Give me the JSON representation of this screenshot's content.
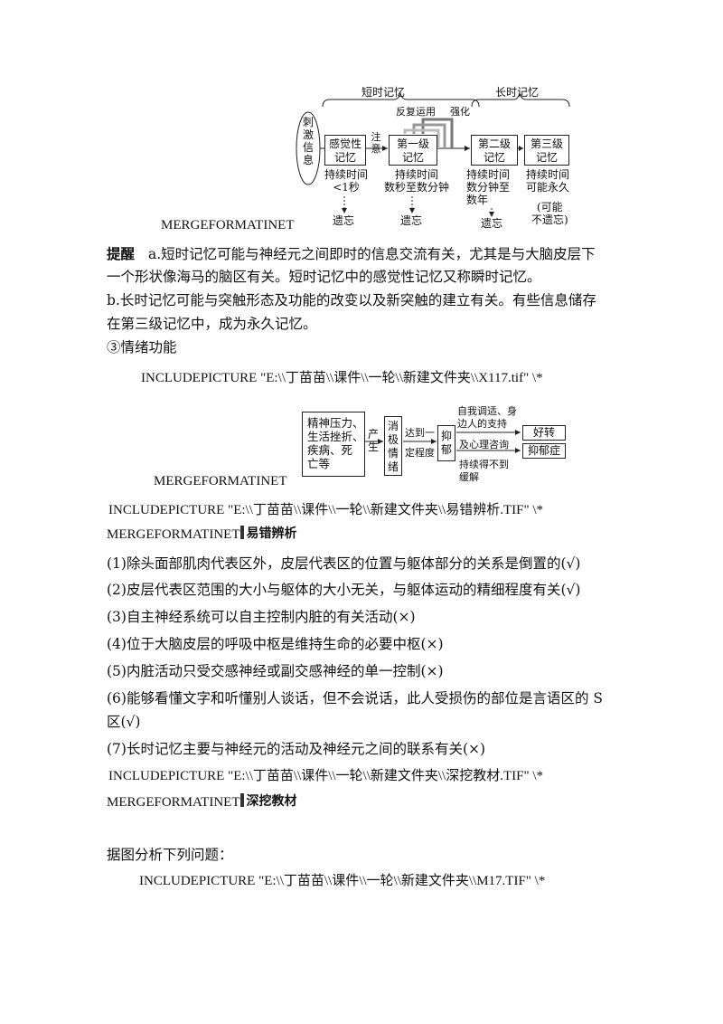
{
  "memory_diagram": {
    "short_term": "短时记忆",
    "long_term": "长时记忆",
    "repeat_use": "反复运用",
    "strengthen": "强化",
    "stimulus": "刺激信息",
    "sensory": "感觉性记忆",
    "attention": "注意",
    "first": "第一级记忆",
    "second": "第二级记忆",
    "third": "第三级记忆",
    "dur_sensory": [
      "持续时间",
      "<1秒"
    ],
    "dur_first": [
      "持续时间",
      "数秒至数分钟"
    ],
    "dur_second": [
      "持续时间",
      "数分钟至",
      "数年"
    ],
    "dur_third": [
      "持续时间",
      "可能永久"
    ],
    "forget": "遗忘",
    "never": [
      "(可能",
      "不遗忘)"
    ]
  },
  "field1": "MERGEFORMATINET",
  "reminder": {
    "label": "提醒",
    "a1": "a.短时记忆可能与神经元之间即时的信息交流有关，尤其是与大脑皮层下",
    "a2": "一个形状像海马的脑区有关。短时记忆中的感觉性记忆又称瞬时记忆。",
    "b1": "b.长时记忆可能与突触形态及功能的改变以及新突触的建立有关。有些信息储存",
    "b2": "在第三级记忆中，成为永久记忆。"
  },
  "emotion_title": "③情绪功能",
  "include1": "INCLUDEPICTURE \"E:\\\\丁苗苗\\\\课件\\\\一轮\\\\新建文件夹\\\\X117.tif\" \\*",
  "emotion_diagram": {
    "causes": [
      "精神压力、",
      "生活挫折、",
      "疾病、死",
      "亡等"
    ],
    "produce": "产生",
    "negative": "消极情绪",
    "reach": "达到一",
    "level": "定程度",
    "depress": "抑郁",
    "support": [
      "自我调适、身",
      "边人的支持"
    ],
    "counsel": "及心理咨询",
    "persist": [
      "持续得不到",
      "缓解"
    ],
    "better": "好转",
    "disorder": "抑郁症"
  },
  "field2": "MERGEFORMATINET",
  "include2": "INCLUDEPICTURE \"E:\\\\丁苗苗\\\\课件\\\\一轮\\\\新建文件夹\\\\易错辨析.TIF\" \\*",
  "field3": "MERGEFORMATINET",
  "tag1": "易错辨析",
  "items": [
    "(1)除头面部肌肉代表区外，皮层代表区的位置与躯体部分的关系是倒置的(√)",
    "(2)皮层代表区范围的大小与躯体的大小无关，与躯体运动的精细程度有关(√)",
    "(3)自主神经系统可以自主控制内脏的有关活动(×)",
    "(4)位于大脑皮层的呼吸中枢是维持生命的必要中枢(×)",
    "(5)内脏活动只受交感神经或副交感神经的单一控制(×)",
    "(6)能够看懂文字和听懂别人谈话，但不会说话，此人受损伤的部位是言语区的 S",
    "区(√)",
    "(7)长时记忆主要与神经元的活动及神经元之间的联系有关(×)"
  ],
  "include3": "INCLUDEPICTURE \"E:\\\\丁苗苗\\\\课件\\\\一轮\\\\新建文件夹\\\\深挖教材.TIF\" \\*",
  "field4": "MERGEFORMATINET",
  "tag2": "深挖教材",
  "analyze": "据图分析下列问题：",
  "include4": "INCLUDEPICTURE \"E:\\\\丁苗苗\\\\课件\\\\一轮\\\\新建文件夹\\\\M17.TIF\" \\*"
}
